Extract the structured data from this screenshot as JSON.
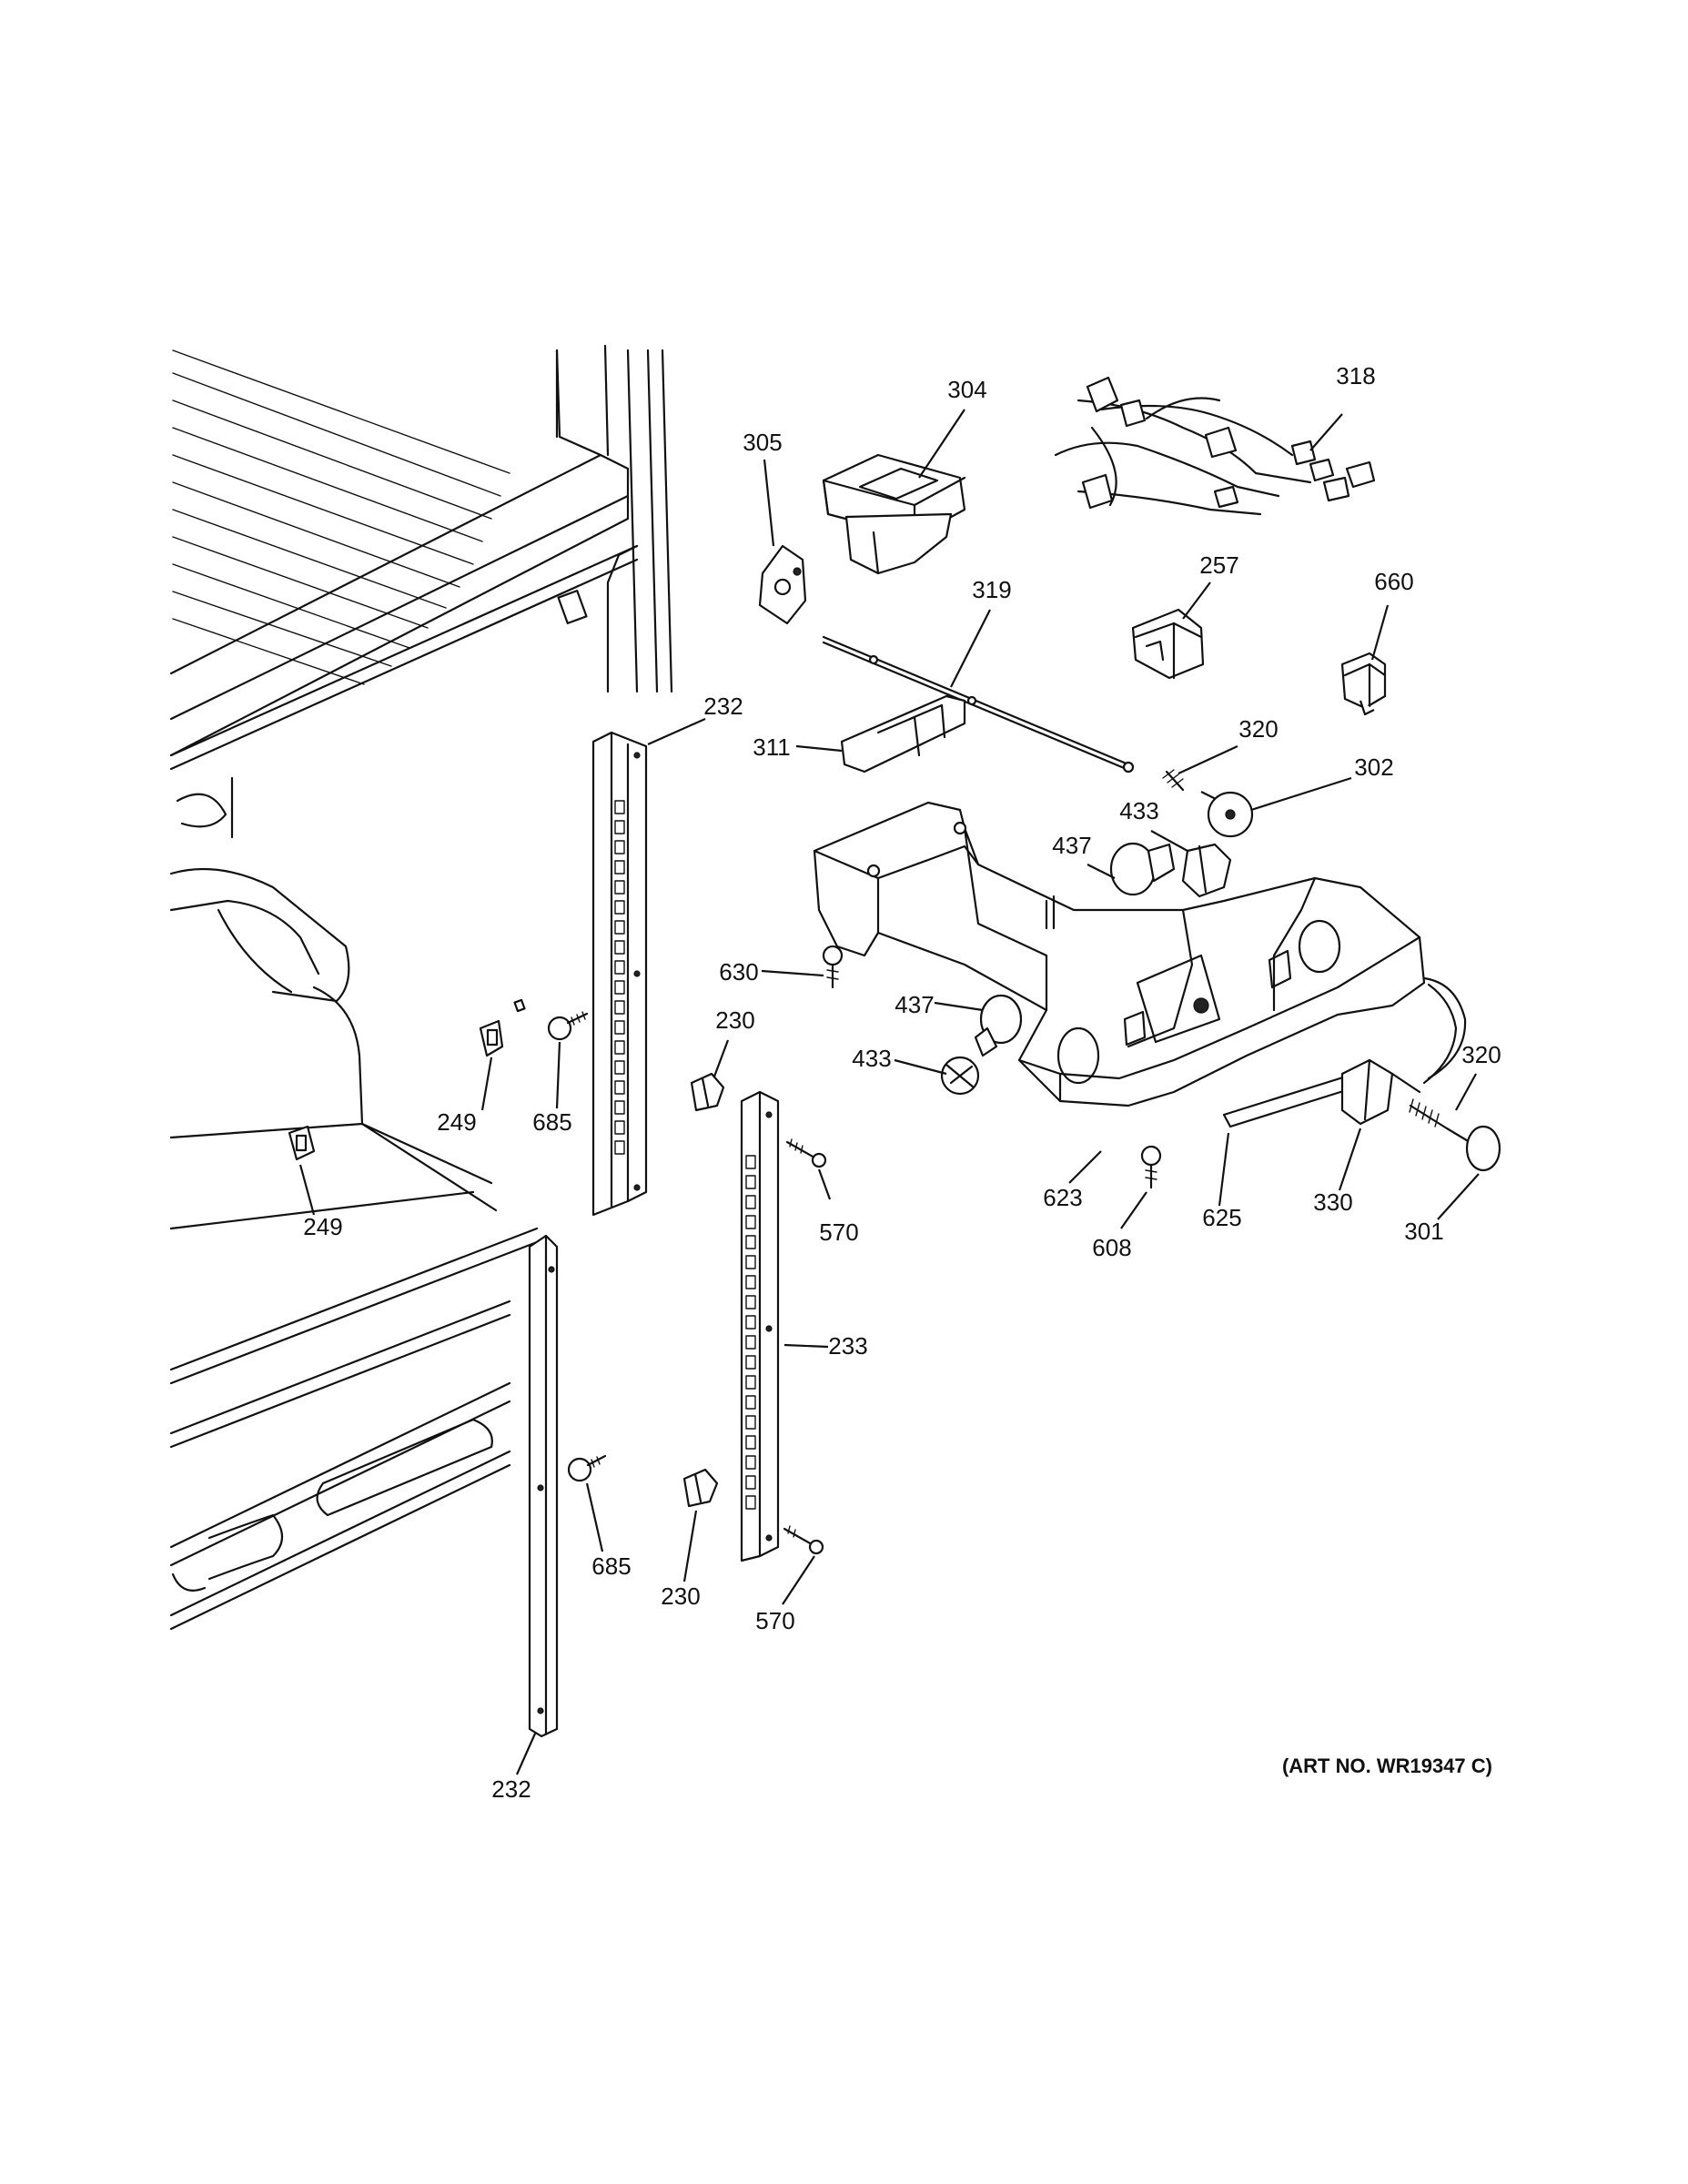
{
  "art_number": "(ART NO. WR19347 C)",
  "callouts": {
    "c304": "304",
    "c318": "318",
    "c305": "305",
    "c319": "319",
    "c257": "257",
    "c660": "660",
    "c232a": "232",
    "c311": "311",
    "c320a": "320",
    "c302": "302",
    "c433a": "433",
    "c437a": "437",
    "c630": "630",
    "c437b": "437",
    "c230a": "230",
    "c433b": "433",
    "c320b": "320",
    "c249a": "249",
    "c685a": "685",
    "c570a": "570",
    "c623": "623",
    "c608": "608",
    "c625": "625",
    "c330": "330",
    "c301": "301",
    "c249b": "249",
    "c233": "233",
    "c685b": "685",
    "c230b": "230",
    "c570b": "570",
    "c232b": "232"
  }
}
